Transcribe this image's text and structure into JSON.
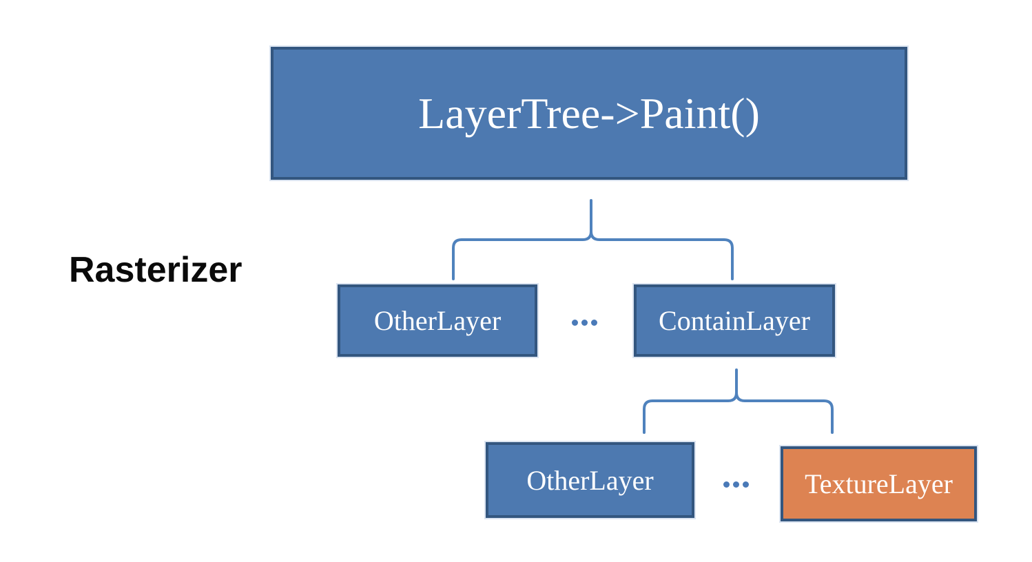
{
  "diagram": {
    "side_label": "Rasterizer",
    "root": {
      "label": "LayerTree->Paint()"
    },
    "level1": {
      "left_label": "OtherLayer",
      "ellipsis": "...",
      "right_label": "ContainLayer"
    },
    "level2": {
      "left_label": "OtherLayer",
      "ellipsis": "...",
      "right_label": "TextureLayer"
    },
    "colors": {
      "node_fill_blue": "#4d79b0",
      "node_fill_orange": "#dd8352",
      "node_border": "#33567f",
      "node_text": "#ffffff",
      "connector": "#4f82bd",
      "ellipsis_dots": "#4a7ab8",
      "side_label_text": "#0a0a0a",
      "background": "#ffffff"
    }
  }
}
